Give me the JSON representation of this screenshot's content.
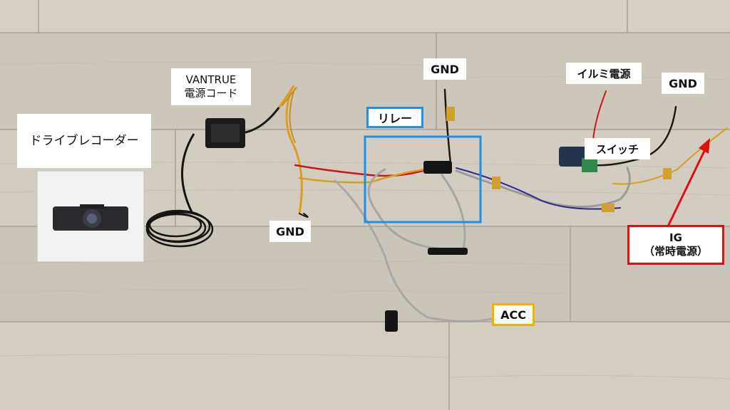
{
  "labels": {
    "dashcam": "ドライブレコーダー",
    "power_cord_line1": "VANTRUE",
    "power_cord_line2": "電源コード",
    "gnd_left": "GND",
    "relay": "リレー",
    "gnd_top": "GND",
    "illumi": "イルミ電源",
    "switch": "スイッチ",
    "gnd_right": "GND",
    "ig_line1": "IG",
    "ig_line2": "（常時電源）",
    "acc": "ACC"
  },
  "colors": {
    "relay_box": "#1e90e8",
    "acc_box": "#f0b400",
    "ig_box_and_arrow": "#e01010",
    "wire_red": "#c81818",
    "wire_yellow": "#d8a020",
    "wire_black": "#1a1a1a",
    "wire_blue": "#2a2a90",
    "floor": "#cfc8bd"
  }
}
